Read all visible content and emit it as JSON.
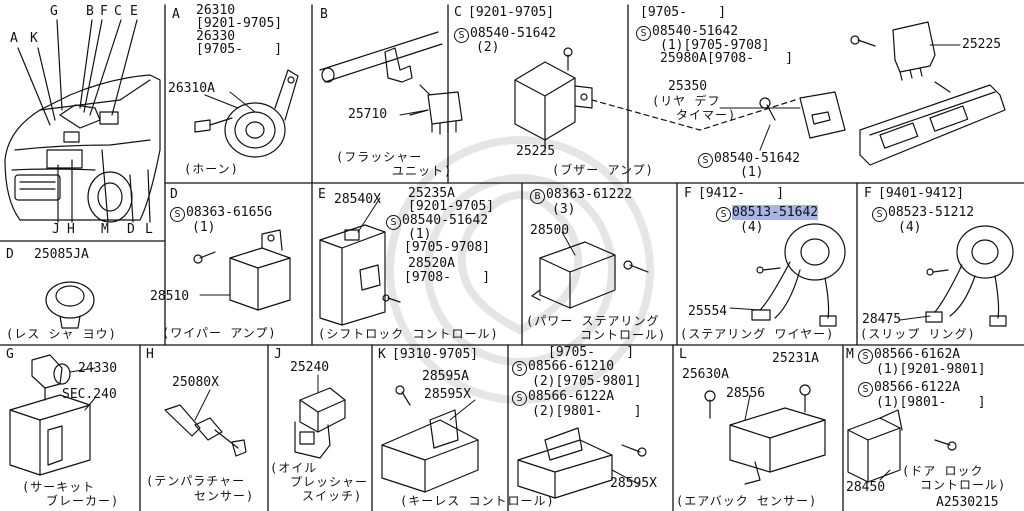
{
  "diagram_id": "A2530215",
  "overview": {
    "letters": [
      "A",
      "K",
      "G",
      "B",
      "F",
      "C",
      "E",
      "J",
      "H",
      "M",
      "D",
      "L"
    ]
  },
  "panels": {
    "A": {
      "letter": "A",
      "p1": "26310",
      "p1_range": "[9201-9705]",
      "p2": "26330",
      "p2_range": "[9705-    ]",
      "bolt": "26310A",
      "caption": "(ホーン)"
    },
    "B": {
      "letter": "B",
      "part": "25710",
      "caption1": "(フラッシャー",
      "caption2": "ユニット)"
    },
    "C": {
      "letter": "C",
      "range": "[9201-9705]",
      "bolt_mark": "S",
      "bolt": "08540-51642",
      "bolt_qty": "(2)",
      "part": "25225",
      "caption": "(ブザー アンプ)"
    },
    "C2": {
      "range": "[9705-    ]",
      "bolt1_mark": "S",
      "bolt1": "08540-51642",
      "bolt1_qty": "(1)[9705-9708]",
      "part_a": "25980A[9708-    ]",
      "part_b": "25225",
      "part_c": "25350",
      "caption1": "(リヤ デフ",
      "caption2": "タイマー)",
      "bolt2_mark": "S",
      "bolt2": "08540-51642",
      "bolt2_qty": "(1)"
    },
    "D1": {
      "letter": "D",
      "bolt_mark": "S",
      "bolt": "08363-6165G",
      "bolt_qty": "(1)",
      "part": "28510",
      "caption": "(ワイパー アンプ)"
    },
    "E": {
      "letter": "E",
      "part1": "28540X",
      "part2": "25235A",
      "part2_range": "[9201-9705]",
      "bolt_mark": "S",
      "bolt": "08540-51642",
      "bolt_qty": "(1)",
      "bolt_range": "[9705-9708]",
      "part3": "28520A",
      "part3_range": "[9708-    ]",
      "caption": "(シフトロック コントロール)"
    },
    "Pw": {
      "bolt_mark": "B",
      "bolt": "08363-61222",
      "bolt_qty": "(3)",
      "part": "28500",
      "caption1": "(パワー ステアリング",
      "caption2": "コントロール)"
    },
    "F1": {
      "letter": "F",
      "range": "[9412-    ]",
      "bolt_mark": "S",
      "bolt": "08513-51642",
      "bolt_qty": "(4)",
      "part": "25554",
      "caption": "(ステアリング ワイヤー)"
    },
    "F2": {
      "letter": "F",
      "range": "[9401-9412]",
      "bolt_mark": "S",
      "bolt": "08523-51212",
      "bolt_qty": "(4)",
      "part": "28475",
      "caption": "(スリップ リング)"
    },
    "D2": {
      "letter": "D",
      "part": "25085JA",
      "caption": "(レス シャ ヨウ)"
    },
    "G": {
      "letter": "G",
      "part": "24330",
      "sec": "SEC.240",
      "caption1": "(サーキット",
      "caption2": "ブレーカー)"
    },
    "H": {
      "letter": "H",
      "part": "25080X",
      "caption1": "(テンパラチャー",
      "caption2": "センサー)"
    },
    "J": {
      "letter": "J",
      "part": "25240",
      "caption1": "(オイル",
      "caption2": "プレッシャー",
      "caption3": "スイッチ)"
    },
    "K": {
      "letter": "K",
      "range": "[9310-9705]",
      "part1": "28595A",
      "part2": "28595X",
      "caption": "(キーレス コントロール)"
    },
    "K2": {
      "range": "[9705-    ]",
      "bolt1_mark": "S",
      "bolt1": "08566-61210",
      "bolt1_qty": "(2)[9705-9801]",
      "bolt2_mark": "S",
      "bolt2": "08566-6122A",
      "bolt2_qty": "(2)[9801-    ]",
      "part": "28595X"
    },
    "L": {
      "letter": "L",
      "part1": "25630A",
      "part2": "25231A",
      "part3": "28556",
      "caption": "(エアバック センサー)"
    },
    "M": {
      "letter": "M",
      "bolt1_mark": "S",
      "bolt1": "08566-6162A",
      "bolt1_qty": "(1)[9201-9801]",
      "bolt2_mark": "S",
      "bolt2": "08566-6122A",
      "bolt2_qty": "(1)[9801-    ]",
      "part": "28450",
      "caption1": "(ドア ロック",
      "caption2": "コントロール)"
    }
  }
}
